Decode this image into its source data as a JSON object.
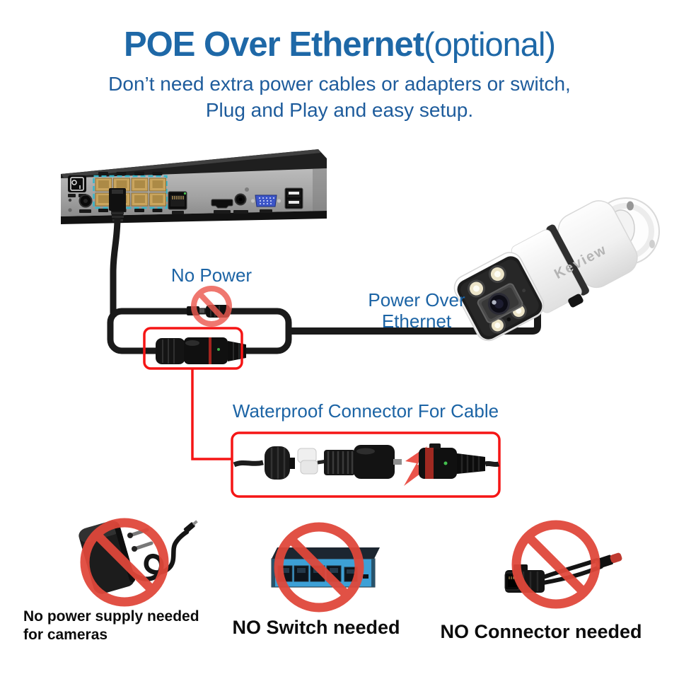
{
  "header": {
    "title": "POE Over Ethernet",
    "title_suffix": "(optional)",
    "subtitle_line1": "Don’t need extra power cables or adapters or switch,",
    "subtitle_line2": "Plug and Play and easy setup."
  },
  "diagram": {
    "no_power_label": "No Power",
    "poe_label_line1": "Power Over",
    "poe_label_line2": "Ethernet",
    "waterproof_label": "Waterproof Connector For Cable",
    "camera_brand": "Keview"
  },
  "benefits": [
    {
      "icon": "power-adapter-prohibited-icon",
      "label_line1": "No power supply needed",
      "label_line2": "for cameras"
    },
    {
      "icon": "network-switch-prohibited-icon",
      "label": "NO Switch needed"
    },
    {
      "icon": "poe-connector-prohibited-icon",
      "label": "NO Connector needed"
    }
  ],
  "colors": {
    "heading_blue": "#1e68a7",
    "subtitle_blue": "#1e5c9c",
    "label_blue": "#1c64a5",
    "prohibition_red": "#e0473a",
    "highlight_red": "#f51515",
    "cable_black": "#1a1a1a",
    "poe_dashed_teal": "#35b6c9",
    "switch_blue": "#3da0d6",
    "port_gold": "#caa55e"
  }
}
